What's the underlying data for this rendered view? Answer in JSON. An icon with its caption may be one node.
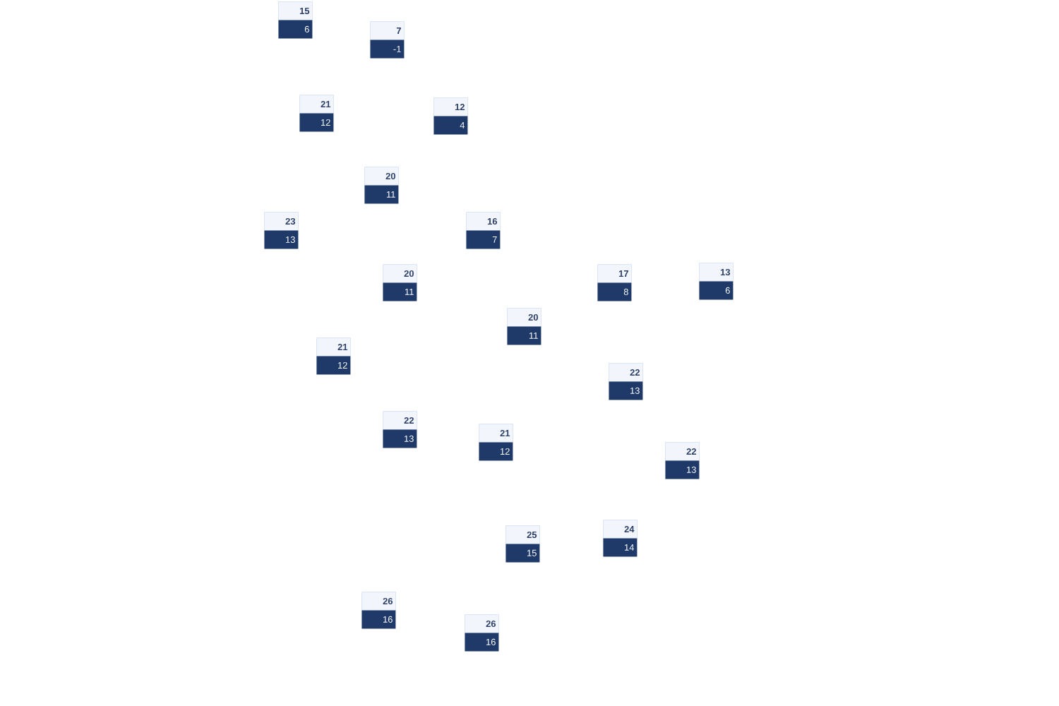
{
  "diagram": {
    "nodes": [
      {
        "text": [
          "15",
          "6"
        ]
      },
      {
        "text": [
          "7",
          "-1"
        ]
      },
      {
        "text": [
          "21",
          "12"
        ]
      },
      {
        "text": [
          "12",
          "4"
        ]
      },
      {
        "text": [
          "20",
          "11"
        ]
      },
      {
        "text": [
          "23",
          "13"
        ]
      },
      {
        "text": [
          "16",
          "7"
        ]
      },
      {
        "text": [
          "20",
          "11"
        ]
      },
      {
        "text": [
          "17",
          "8"
        ]
      },
      {
        "text": [
          "13",
          "6"
        ]
      },
      {
        "text": [
          "20",
          "11"
        ]
      },
      {
        "text": [
          "21",
          "12"
        ]
      },
      {
        "text": [
          "22",
          "13"
        ]
      },
      {
        "text": [
          "22",
          "13"
        ]
      },
      {
        "text": [
          "21",
          "12"
        ]
      },
      {
        "text": [
          "22",
          "13"
        ]
      },
      {
        "text": [
          "24",
          "14"
        ]
      },
      {
        "text": [
          "25",
          "15"
        ]
      },
      {
        "text": [
          "26",
          "16"
        ]
      },
      {
        "text": [
          "26",
          "16"
        ]
      }
    ]
  }
}
